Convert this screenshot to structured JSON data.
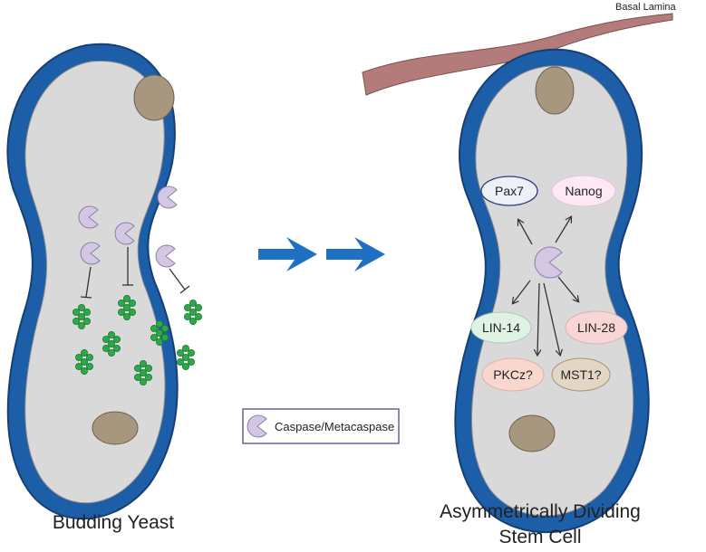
{
  "labels": {
    "left_caption": "Budding Yeast",
    "right_caption_line1": "Asymmetrically Dividing",
    "right_caption_line2": "Stem Cell",
    "basal_lamina": "Basal Lamina",
    "legend": "Caspase/Metacaspase"
  },
  "nodes": {
    "pax7": "Pax7",
    "nanog": "Nanog",
    "lin14": "LIN-14",
    "lin28": "LIN-28",
    "pkcz": "PKCz?",
    "mst1": "MST1?"
  },
  "colors": {
    "membrane": "#1d5ea8",
    "membrane_edge": "#163f73",
    "cytoplasm": "#d9d9d9",
    "nucleus": "#a8977f",
    "caspase": "#d3c7e3",
    "green_particle": "#2ea84a",
    "arrow": "#1f6fc2",
    "basal_lamina": "#b47b7b",
    "pax7_fill": "#eef0f8",
    "nanog_fill": "#fde8f4",
    "lin14_fill": "#dff2e3",
    "lin28_fill": "#f8d6d6",
    "pkcz_fill": "#f9d7cf",
    "mst1_fill": "#e4d6c4"
  }
}
